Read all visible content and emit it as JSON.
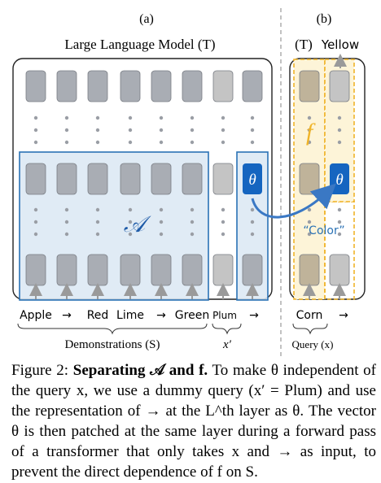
{
  "panels": {
    "a_label": "(a)",
    "b_label": "(b)"
  },
  "panel_a": {
    "title": "Large Language Model (T)",
    "tokens": [
      "Apple",
      "→",
      "Red",
      "Lime",
      "→",
      "Green"
    ],
    "dummy_token": "Plum",
    "arrow_token": "→",
    "demonstrations_label": "Demonstrations (S)",
    "dummy_label": "x′",
    "region_symbol": "𝒜",
    "theta_symbol": "θ"
  },
  "panel_b": {
    "model_label": "(T)",
    "output_label": "Yellow",
    "query_token": "Corn",
    "arrow_token": "→",
    "query_label": "Query (x)",
    "f_symbol": "f",
    "theta_symbol": "θ",
    "patch_label": "“Color”"
  },
  "caption": {
    "prefix": "Figure 2: ",
    "bold": "Separating 𝒜 and f.",
    "body": " To make θ independent of the query x, we use a dummy query (x′ = Plum) and use the representation of → at the L^th layer as θ. The vector θ is then patched at the same layer during a forward pass of a transformer that only takes x and → as input, to prevent the direct dependence of f on S."
  },
  "colors": {
    "token_box": "#a9adb4",
    "token_box_light": "#c4c4c4",
    "token_box_b": "#bfb39a",
    "demo_region_fill": "#dbe8f3",
    "demo_region_stroke": "#2a72b5",
    "theta_fill": "#1565c0",
    "f_region_fill": "#fdf4d8",
    "f_region_stroke": "#f0b429",
    "patch_arrow": "#3a78c4"
  }
}
